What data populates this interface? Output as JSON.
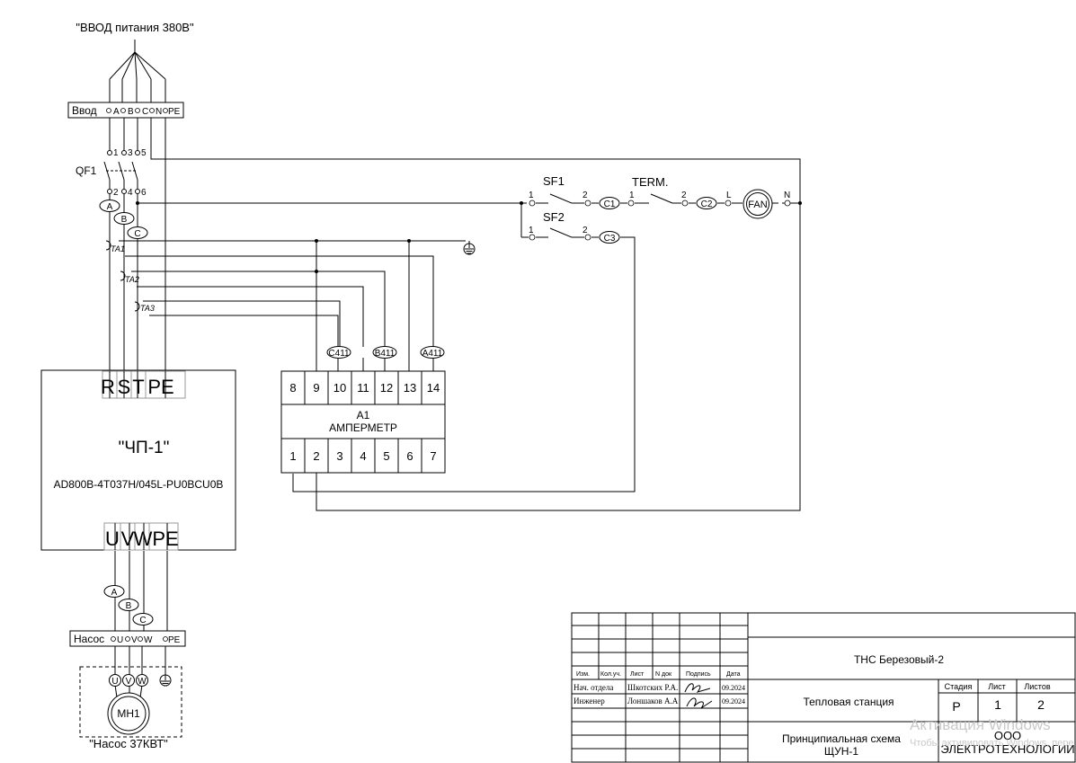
{
  "supply": {
    "title": "\"ВВОД питания 380В\"",
    "strip_label": "Ввод",
    "terminals": [
      "A",
      "B",
      "C",
      "N",
      "PE"
    ]
  },
  "breaker": {
    "label": "QF1",
    "top_pins": [
      "1",
      "3",
      "5"
    ],
    "bottom_pins": [
      "2",
      "4",
      "6"
    ]
  },
  "phases": [
    "A",
    "B",
    "C"
  ],
  "current_transformers": [
    "TA1",
    "TA2",
    "TA3"
  ],
  "fan_circuit": {
    "sf1": {
      "label": "SF1",
      "pin_in": "1",
      "pin_out": "2"
    },
    "sf2": {
      "label": "SF2",
      "pin_in": "1",
      "pin_out": "2"
    },
    "term": {
      "label": "TERM.",
      "pin_in": "1",
      "pin_out": "2"
    },
    "wires": [
      "C1",
      "C2",
      "C3"
    ],
    "pin_l": "L",
    "pin_n": "N",
    "fan_label": "FAN"
  },
  "ammeter": {
    "wire_tags": [
      "C411",
      "B411",
      "A411"
    ],
    "top_terminals": [
      "8",
      "9",
      "10",
      "11",
      "12",
      "13",
      "14"
    ],
    "bottom_terminals": [
      "1",
      "2",
      "3",
      "4",
      "5",
      "6",
      "7"
    ],
    "designation": "A1",
    "name": "АМПЕРМЕТР"
  },
  "vfd": {
    "title": "\"ЧП-1\"",
    "model": "AD800B-4T037H/045L-PU0BCU0B",
    "input_terminals": [
      "R",
      "S",
      "T",
      "PE"
    ],
    "output_terminals": [
      "U",
      "V",
      "W",
      "PE"
    ]
  },
  "pump": {
    "strip_label": "Насос",
    "terminals": [
      "U",
      "V",
      "W",
      "PE"
    ],
    "motor_terminals": [
      "U",
      "V",
      "W"
    ],
    "motor_label": "МН1",
    "caption": "\"Насос 37КВТ\""
  },
  "title_block": {
    "col_headers": [
      "Изм.",
      "Кол.уч.",
      "Лист",
      "N док",
      "Подпись",
      "Дата"
    ],
    "rows": [
      {
        "role": "Нач. отдела",
        "name": "Шкотских Р.А.",
        "date": "09.2024"
      },
      {
        "role": "Инженер",
        "name": "Лоншаков А.А",
        "date": "09.2024"
      }
    ],
    "project": "ТНС Березовый-2",
    "object": "Тепловая станция",
    "doc_title_1": "Принципиальная схема",
    "doc_title_2": "ЩУН-1",
    "stage_header": "Стадия",
    "sheet_header": "Лист",
    "sheets_header": "Листов",
    "stage": "Р",
    "sheet": "1",
    "sheets": "2",
    "company_1": "ООО",
    "company_2": "ЭЛЕКТРОТЕХНОЛОГИИ"
  },
  "watermark": {
    "line1": "Активация Windows",
    "line2": "Чтобы активировать Windows, перейдите в раздел «Параметры»."
  }
}
